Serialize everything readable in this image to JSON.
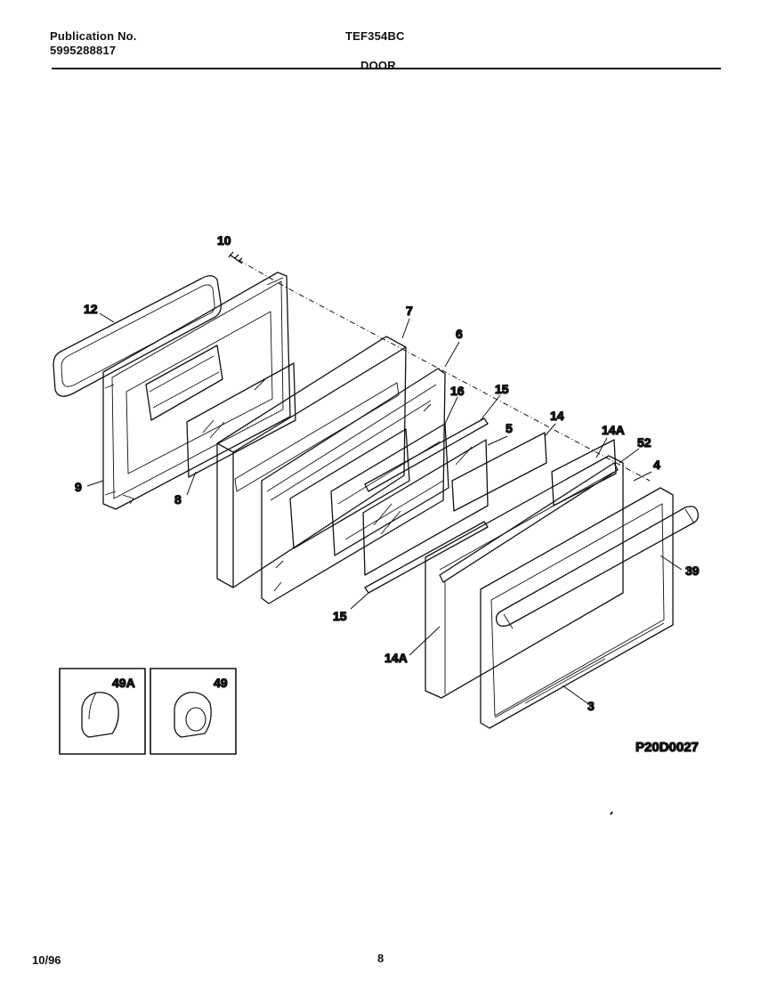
{
  "header": {
    "publication_label": "Publication No.",
    "publication_number": "5995288817",
    "model": "TEF354BC",
    "section": "DOOR"
  },
  "diagram": {
    "callouts": [
      "10",
      "12",
      "7",
      "6",
      "16",
      "15",
      "14",
      "5",
      "14A",
      "52",
      "4",
      "39",
      "9",
      "8",
      "15",
      "14A",
      "3"
    ],
    "inset_labels": [
      "49A",
      "49"
    ],
    "drawing_code": "P20D0027"
  },
  "footer": {
    "date": "10/96",
    "page": "8"
  }
}
